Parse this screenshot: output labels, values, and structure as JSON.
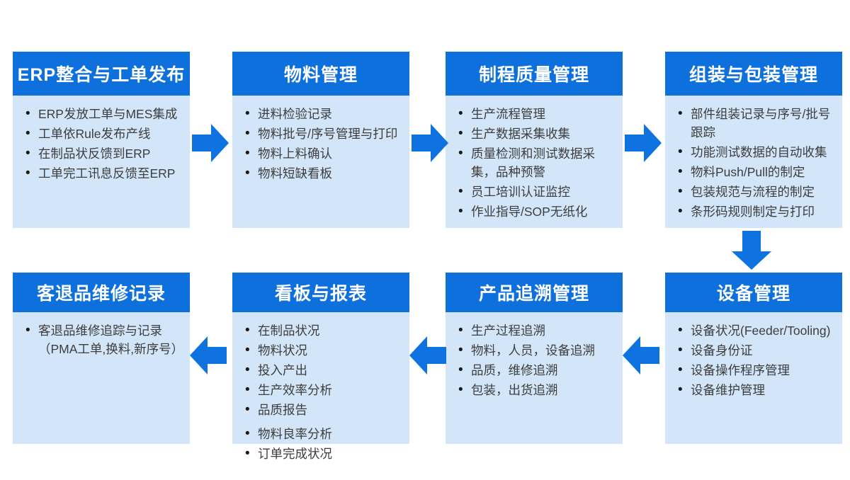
{
  "diagram": {
    "description": "MES 系统功能模块流程图",
    "colors": {
      "header_blue": "#0d70dd",
      "body_light_blue": "#d3e6f9",
      "arrow_blue": "#0e73e0",
      "title_text": "#ffffff",
      "item_text": "#3d3d3d",
      "background": "#ffffff"
    }
  },
  "boxes": [
    {
      "title": "ERP整合与工单发布",
      "items": [
        "ERP发放工单与MES集成",
        "工单依Rule发布产线",
        "在制品状反馈到ERP",
        "工单完工讯息反馈至ERP"
      ]
    },
    {
      "title": "物料管理",
      "items": [
        "进料检验记录",
        "物料批号/序号管理与打印",
        "物料上料确认",
        "物料短缺看板"
      ]
    },
    {
      "title": "制程质量管理",
      "items": [
        "生产流程管理",
        "生产数据采集收集",
        "质量检测和测试数据采集，品种预警",
        "员工培训认证监控",
        "作业指导/SOP无纸化"
      ]
    },
    {
      "title": "组装与包装管理",
      "items": [
        "部件组装记录与序号/批号跟踪",
        "功能测试数据的自动收集",
        "物料Push/Pull的制定",
        "包装规范与流程的制定",
        "条形码规则制定与打印"
      ]
    },
    {
      "title": "客退品维修记录",
      "items": [
        "客退品维修追踪与记录\n（PMA工单,换料,新序号）"
      ]
    },
    {
      "title": "看板与报表",
      "items": [
        "在制品状况",
        "物料状况",
        "投入产出",
        "生产效率分析",
        "品质报告",
        "物料良率分析",
        "订单完成状况"
      ]
    },
    {
      "title": "产品追溯管理",
      "items": [
        "生产过程追溯",
        "物料，人员，设备追溯",
        "品质，维修追溯",
        "包装，出货追溯"
      ]
    },
    {
      "title": "设备管理",
      "items": [
        "设备状况(Feeder/Tooling)",
        "设备身份证",
        "设备操作程序管理",
        "设备维护管理"
      ]
    }
  ],
  "arrows": [
    {
      "direction": "right",
      "from": "ERP整合与工单发布",
      "to": "物料管理"
    },
    {
      "direction": "right",
      "from": "物料管理",
      "to": "制程质量管理"
    },
    {
      "direction": "right",
      "from": "制程质量管理",
      "to": "组装与包装管理"
    },
    {
      "direction": "down",
      "from": "组装与包装管理",
      "to": "设备管理"
    },
    {
      "direction": "left",
      "from": "设备管理",
      "to": "产品追溯管理"
    },
    {
      "direction": "left",
      "from": "产品追溯管理",
      "to": "看板与报表"
    },
    {
      "direction": "left",
      "from": "看板与报表",
      "to": "客退品维修记录"
    }
  ]
}
